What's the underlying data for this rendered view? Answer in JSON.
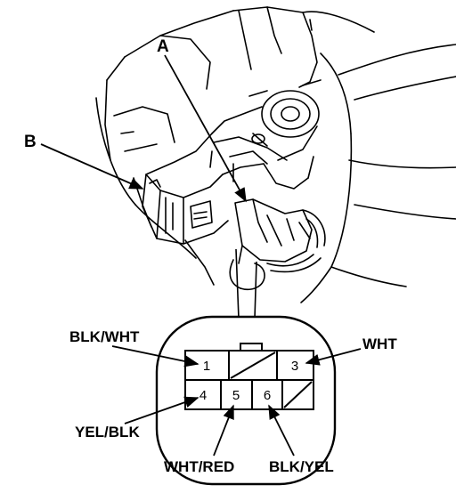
{
  "callouts": {
    "a": "A",
    "b": "B"
  },
  "connector": {
    "pins": {
      "p1": "1",
      "p3": "3",
      "p4": "4",
      "p5": "5",
      "p6": "6"
    },
    "wires": {
      "blk_wht": "BLK/WHT",
      "wht": "WHT",
      "yel_blk": "YEL/BLK",
      "wht_red": "WHT/RED",
      "blk_yel": "BLK/YEL"
    }
  },
  "colors": {
    "ink": "#000000",
    "paper": "#ffffff"
  }
}
